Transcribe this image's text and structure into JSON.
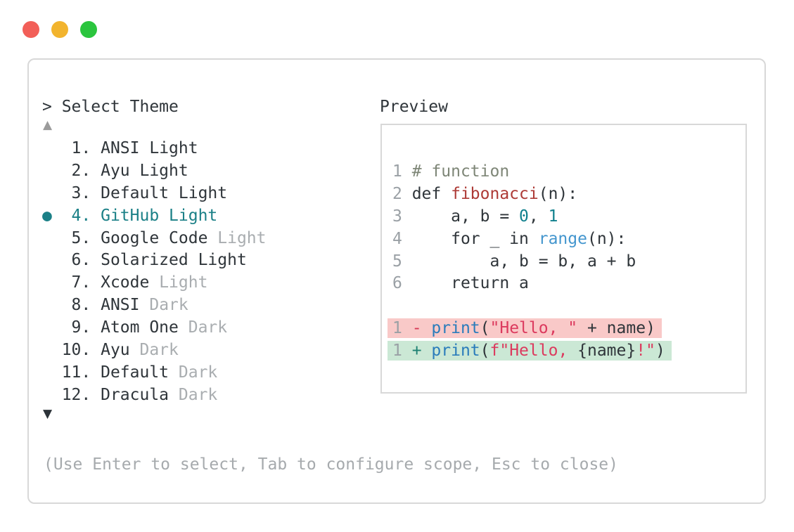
{
  "palette": {
    "accent": "#1b8087",
    "text": "#2f353a",
    "dim": "#a9adb0",
    "lineno": "#9aa0a5",
    "comment": "#7e8677",
    "func": "#ad3a36",
    "number": "#10808d",
    "range": "#4496ce",
    "print": "#2a7cbb",
    "string": "#dc3a5e",
    "del_sign": "#d63a56",
    "add_sign": "#1d8173",
    "del_bg": "#f9c9c8",
    "add_bg": "#cbe8d5",
    "border": "#d8d8d8",
    "footer": "#a6aaad",
    "light_red": "#f25f58",
    "light_yellow": "#f2b42e",
    "light_green": "#2bc53e"
  },
  "selector": {
    "prompt": "> Select Theme",
    "up_arrow": "▲",
    "down_arrow": "▼",
    "bullet": "●",
    "items": [
      {
        "num": "1.",
        "name": "ANSI",
        "variant": "Light",
        "variant_dim": false,
        "selected": false
      },
      {
        "num": "2.",
        "name": "Ayu",
        "variant": "Light",
        "variant_dim": false,
        "selected": false
      },
      {
        "num": "3.",
        "name": "Default",
        "variant": "Light",
        "variant_dim": false,
        "selected": false
      },
      {
        "num": "4.",
        "name": "GitHub",
        "variant": "Light",
        "variant_dim": false,
        "selected": true
      },
      {
        "num": "5.",
        "name": "Google Code",
        "variant": "Light",
        "variant_dim": true,
        "selected": false
      },
      {
        "num": "6.",
        "name": "Solarized",
        "variant": "Light",
        "variant_dim": false,
        "selected": false
      },
      {
        "num": "7.",
        "name": "Xcode",
        "variant": "Light",
        "variant_dim": true,
        "selected": false
      },
      {
        "num": "8.",
        "name": "ANSI",
        "variant": "Dark",
        "variant_dim": true,
        "selected": false
      },
      {
        "num": "9.",
        "name": "Atom One",
        "variant": "Dark",
        "variant_dim": true,
        "selected": false
      },
      {
        "num": "10.",
        "name": "Ayu",
        "variant": "Dark",
        "variant_dim": true,
        "selected": false
      },
      {
        "num": "11.",
        "name": "Default",
        "variant": "Dark",
        "variant_dim": true,
        "selected": false
      },
      {
        "num": "12.",
        "name": "Dracula",
        "variant": "Dark",
        "variant_dim": true,
        "selected": false
      }
    ]
  },
  "preview": {
    "title": "Preview",
    "code_lines": [
      {
        "no": "1",
        "tokens": [
          {
            "t": "# function",
            "c": "comment"
          }
        ]
      },
      {
        "no": "2",
        "tokens": [
          {
            "t": "def ",
            "c": "text"
          },
          {
            "t": "fibonacci",
            "c": "func"
          },
          {
            "t": "(n):",
            "c": "text"
          }
        ]
      },
      {
        "no": "3",
        "tokens": [
          {
            "t": "    a, b = ",
            "c": "text"
          },
          {
            "t": "0",
            "c": "num"
          },
          {
            "t": ", ",
            "c": "text"
          },
          {
            "t": "1",
            "c": "num"
          }
        ]
      },
      {
        "no": "4",
        "tokens": [
          {
            "t": "    for _ in ",
            "c": "text"
          },
          {
            "t": "range",
            "c": "range"
          },
          {
            "t": "(n):",
            "c": "text"
          }
        ]
      },
      {
        "no": "5",
        "tokens": [
          {
            "t": "        a, b = b, a + b",
            "c": "text"
          }
        ]
      },
      {
        "no": "6",
        "tokens": [
          {
            "t": "    return a",
            "c": "text"
          }
        ]
      },
      {
        "no": "",
        "tokens": []
      },
      {
        "no": "1",
        "diff": "del",
        "tokens": [
          {
            "t": "- ",
            "c": "del"
          },
          {
            "t": "print",
            "c": "print"
          },
          {
            "t": "(",
            "c": "text"
          },
          {
            "t": "\"Hello, \"",
            "c": "string"
          },
          {
            "t": " + name)",
            "c": "text"
          }
        ]
      },
      {
        "no": "1",
        "diff": "add",
        "tokens": [
          {
            "t": "+ ",
            "c": "add"
          },
          {
            "t": "print",
            "c": "print"
          },
          {
            "t": "(",
            "c": "text"
          },
          {
            "t": "f\"Hello, ",
            "c": "string"
          },
          {
            "t": "{name}",
            "c": "text"
          },
          {
            "t": "!\"",
            "c": "string"
          },
          {
            "t": ")",
            "c": "text"
          }
        ]
      }
    ]
  },
  "footer": {
    "hint": "(Use Enter to select, Tab to configure scope, Esc to close)"
  }
}
